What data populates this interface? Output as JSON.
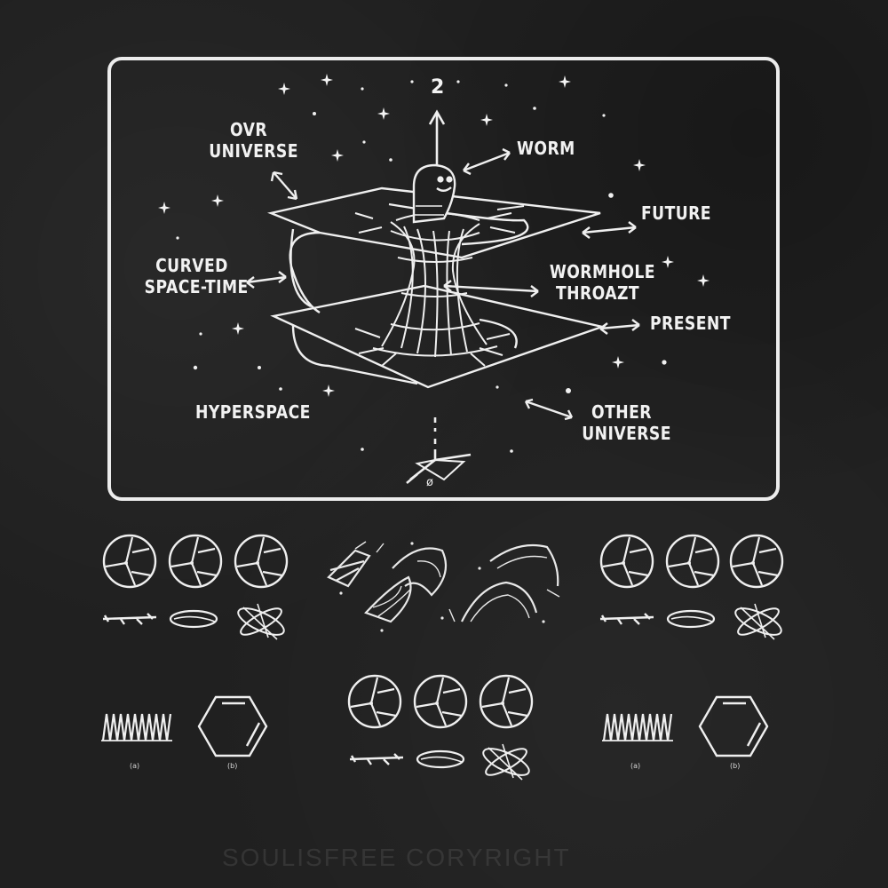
{
  "diagram": {
    "axis_top": "2",
    "axis_bottom": "ø",
    "labels": {
      "our_universe": [
        "OVR",
        "UNIVERSE"
      ],
      "worm": "WORM",
      "future": "FUTURE",
      "curved_space_time": [
        "CURVED",
        "SPACE-TIME"
      ],
      "wormhole_throat": [
        "WORMHOLE",
        "THROAZT"
      ],
      "present": "PRESENT",
      "hyperspace": "HYPERSPACE",
      "other_universe": [
        "OTHER",
        "UNIVERSE"
      ]
    }
  },
  "bottom_panels": {
    "left_sub_labels": [
      "(a)",
      "(b)"
    ],
    "right_sub_labels": [
      "(a)",
      "(b)"
    ]
  },
  "watermark": "SOULISFREE CORYRIGHT",
  "colors": {
    "ink": "#f2f2f2",
    "background": "#202020"
  }
}
